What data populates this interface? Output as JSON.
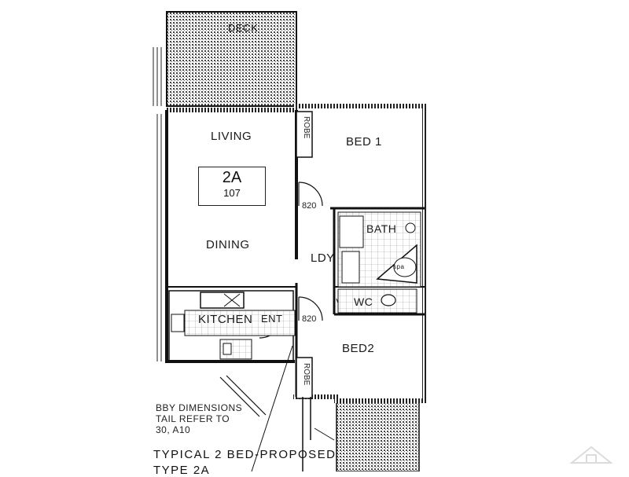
{
  "plan": {
    "rooms": {
      "deck": "DECK",
      "living": "LIVING",
      "dining": "DINING",
      "kitchen": "KITCHEN",
      "entry": "ENT",
      "bed1": "BED 1",
      "bed2": "BED2",
      "bath": "BATH",
      "laundry": "LDY",
      "wc": "WC",
      "spa": "spa"
    },
    "unit_tag": {
      "code": "2A",
      "number": "107"
    },
    "door_labels": {
      "door1": "820",
      "door2": "820"
    },
    "robe_label_1": "ROBE",
    "robe_label_2": "ROBE",
    "note_lines": [
      "BBY DIMENSIONS",
      "TAIL REFER TO",
      "30, A10"
    ],
    "title": "TYPICAL 2 BED-PROPOSED",
    "subtitle": "TYPE 2A"
  },
  "colors": {
    "line": "#111111",
    "hatch": "#555555",
    "paper": "#ffffff"
  }
}
